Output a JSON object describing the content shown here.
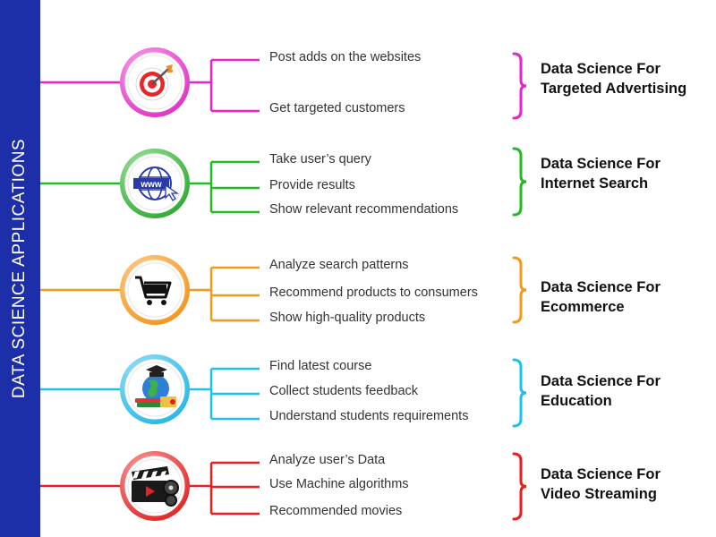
{
  "sidebar": {
    "title": "DATA SCIENCE  APPLICATIONS"
  },
  "rows": [
    {
      "color": "#ee22cc",
      "ring_light": "#ffc2f4",
      "ring_dark": "#e02dc4",
      "icon": "target-icon",
      "items": [
        "Post adds on the websites",
        "Get targeted customers"
      ],
      "heading": [
        "Data Science For",
        "Targeted Advertising"
      ]
    },
    {
      "color": "#22bb22",
      "ring_light": "#c4f5c4",
      "ring_dark": "#2aa82a",
      "icon": "www-globe-icon",
      "items": [
        "Take user’s query",
        "Provide results",
        "Show relevant recommendations"
      ],
      "heading": [
        "Data Science For",
        "Internet Search"
      ]
    },
    {
      "color": "#f39a1c",
      "ring_light": "#ffe0b0",
      "ring_dark": "#f3931a",
      "icon": "shopping-cart-icon",
      "items": [
        "Analyze search patterns",
        "Recommend products to consumers",
        "Show high-quality products"
      ],
      "heading": [
        "Data Science For",
        "Ecommerce"
      ]
    },
    {
      "color": "#1ec0ee",
      "ring_light": "#c2ecfb",
      "ring_dark": "#22b6e6",
      "icon": "education-globe-icon",
      "items": [
        "Find latest course",
        "Collect students feedback",
        "Understand students requirements"
      ],
      "heading": [
        "Data Science For",
        "Education"
      ]
    },
    {
      "color": "#ee1d1d",
      "ring_light": "#ffc2c2",
      "ring_dark": "#e12020",
      "icon": "film-clapper-icon",
      "items": [
        "Analyze user’s Data",
        "Use Machine algorithms",
        "Recommended movies"
      ],
      "heading": [
        "Data Science For",
        "Video Streaming"
      ]
    }
  ]
}
